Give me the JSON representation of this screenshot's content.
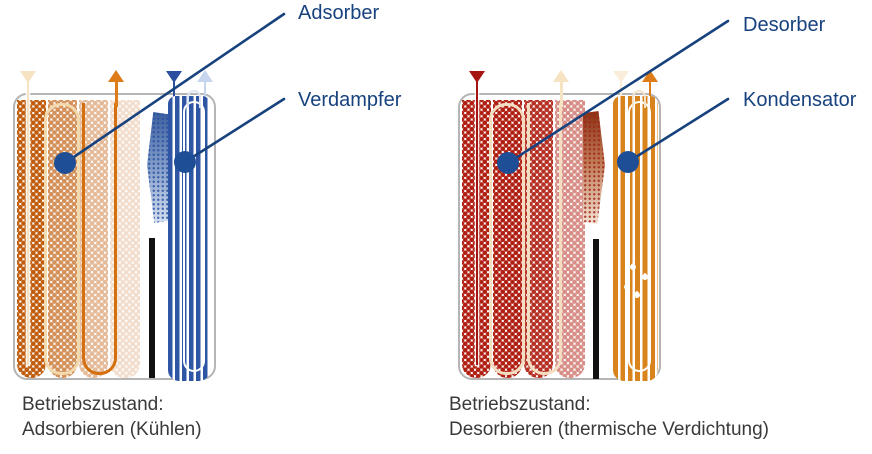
{
  "colors": {
    "label_navy": "#17427e",
    "annotation_dot_blue": "#1e4f96",
    "vessel_border_gray": "#b5b5b5",
    "adsorber_orange": "#c05c0c",
    "desorber_red": "#b01f12",
    "evaporator_blue": "#2e56a5",
    "condenser_orange": "#d8831c",
    "heater_orange": "#dd7c18",
    "hot_red": "#a6150f",
    "cold_blue": "#2b4f9e",
    "light_blue": "#c7d5ef",
    "cream": "#f5e3c2",
    "light_cream": "#faeedb",
    "tube_light": "#f3d9ae",
    "tube_dark_orange": "#d4700f",
    "separator_black": "#111111",
    "caption_gray": "#3a3a3a"
  },
  "left_diagram": {
    "annotations": [
      {
        "label": "Adsorber"
      },
      {
        "label": "Verdampfer"
      }
    ],
    "caption": {
      "line1": "Betriebszustand:",
      "line2": "Adsorbieren (Kühlen)"
    }
  },
  "right_diagram": {
    "annotations": [
      {
        "label": "Desorber"
      },
      {
        "label": "Kondensator"
      }
    ],
    "caption": {
      "line1": "Betriebszustand:",
      "line2": "Desorbieren (thermische Verdichtung)"
    }
  }
}
